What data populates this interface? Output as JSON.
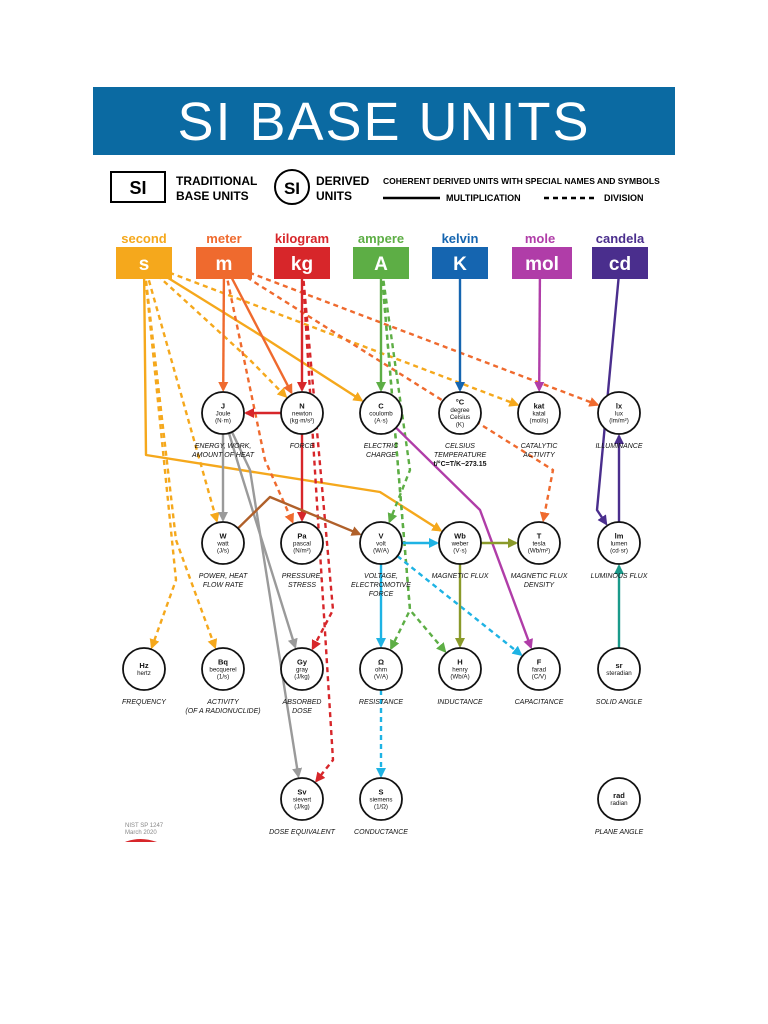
{
  "title": "SI BASE UNITS",
  "legend": {
    "si_box": "SI",
    "traditional_line1": "TRADITIONAL",
    "traditional_line2": "BASE UNITS",
    "si_circle": "SI",
    "derived_line1": "DERIVED",
    "derived_line2": "UNITS",
    "coherent": "COHERENT DERIVED UNITS WITH SPECIAL NAMES AND SYMBOLS",
    "multiplication": "MULTIPLICATION",
    "division": "DIVISION"
  },
  "colors": {
    "second": "#f5a81c",
    "meter": "#ef6a2e",
    "kilogram": "#d7262a",
    "ampere": "#5dae45",
    "kelvin": "#1565b0",
    "mole": "#b03da8",
    "candela": "#4a2e8d",
    "gray": "#9a9a9a",
    "brown": "#b0602a",
    "cyan": "#1eb3e4",
    "olive": "#8a9a2a",
    "teal": "#1a9a8a",
    "banner": "#0b6aa2"
  },
  "base_units": [
    {
      "id": "s",
      "name": "second",
      "symbol": "s"
    },
    {
      "id": "m",
      "name": "meter",
      "symbol": "m"
    },
    {
      "id": "kg",
      "name": "kilogram",
      "symbol": "kg"
    },
    {
      "id": "A",
      "name": "ampere",
      "symbol": "A"
    },
    {
      "id": "K",
      "name": "kelvin",
      "symbol": "K"
    },
    {
      "id": "mol",
      "name": "mole",
      "symbol": "mol"
    },
    {
      "id": "cd",
      "name": "candela",
      "symbol": "cd"
    }
  ],
  "derived_units": [
    {
      "id": "J",
      "symbol": "J",
      "name": "Joule",
      "def": "(N·m)",
      "caption": [
        "ENERGY, WORK,",
        "AMOUNT OF HEAT"
      ]
    },
    {
      "id": "N",
      "symbol": "N",
      "name": "newton",
      "def": "(kg·m/s²)",
      "caption": [
        "FORCE"
      ]
    },
    {
      "id": "C",
      "symbol": "C",
      "name": "coulomb",
      "def": "(A·s)",
      "caption": [
        "ELECTRIC",
        "CHARGE"
      ]
    },
    {
      "id": "degC",
      "symbol": "°C",
      "name": "degree",
      "def": "Celsius",
      "def2": "(K)",
      "caption": [
        "CELSIUS",
        "TEMPERATURE",
        "t/°C=T/K−273.15"
      ]
    },
    {
      "id": "kat",
      "symbol": "kat",
      "name": "katal",
      "def": "(mol/s)",
      "caption": [
        "CATALYTIC",
        "ACTIVITY"
      ]
    },
    {
      "id": "lx",
      "symbol": "lx",
      "name": "lux",
      "def": "(lm/m²)",
      "caption": [
        "ILLUMINANCE"
      ]
    },
    {
      "id": "W",
      "symbol": "W",
      "name": "watt",
      "def": "(J/s)",
      "caption": [
        "POWER, HEAT",
        "FLOW RATE"
      ]
    },
    {
      "id": "Pa",
      "symbol": "Pa",
      "name": "pascal",
      "def": "(N/m²)",
      "caption": [
        "PRESSURE,",
        "STRESS"
      ]
    },
    {
      "id": "V",
      "symbol": "V",
      "name": "volt",
      "def": "(W/A)",
      "caption": [
        "VOLTAGE,",
        "ELECTROMOTIVE",
        "FORCE"
      ]
    },
    {
      "id": "Wb",
      "symbol": "Wb",
      "name": "weber",
      "def": "(V·s)",
      "caption": [
        "MAGNETIC FLUX"
      ]
    },
    {
      "id": "T",
      "symbol": "T",
      "name": "tesla",
      "def": "(Wb/m²)",
      "caption": [
        "MAGNETIC FLUX",
        "DENSITY"
      ]
    },
    {
      "id": "lm",
      "symbol": "lm",
      "name": "lumen",
      "def": "(cd·sr)",
      "caption": [
        "LUMINOUS FLUX"
      ]
    },
    {
      "id": "Hz",
      "symbol": "Hz",
      "name": "hertz",
      "def": "",
      "caption": [
        "FREQUENCY"
      ]
    },
    {
      "id": "Bq",
      "symbol": "Bq",
      "name": "becquerel",
      "def": "(1/s)",
      "caption": [
        "ACTIVITY",
        "(OF A RADIONUCLIDE)"
      ]
    },
    {
      "id": "Gy",
      "symbol": "Gy",
      "name": "gray",
      "def": "(J/kg)",
      "caption": [
        "ABSORBED",
        "DOSE"
      ]
    },
    {
      "id": "ohm",
      "symbol": "Ω",
      "name": "ohm",
      "def": "(V/A)",
      "caption": [
        "RESISTANCE"
      ]
    },
    {
      "id": "H",
      "symbol": "H",
      "name": "henry",
      "def": "(Wb/A)",
      "caption": [
        "INDUCTANCE"
      ]
    },
    {
      "id": "F",
      "symbol": "F",
      "name": "farad",
      "def": "(C/V)",
      "caption": [
        "CAPACITANCE"
      ]
    },
    {
      "id": "sr",
      "symbol": "sr",
      "name": "steradian",
      "def": "",
      "caption": [
        "SOLID ANGLE"
      ]
    },
    {
      "id": "Sv",
      "symbol": "Sv",
      "name": "sievert",
      "def": "(J/kg)",
      "caption": [
        "DOSE EQUIVALENT"
      ]
    },
    {
      "id": "S",
      "symbol": "S",
      "name": "siemens",
      "def": "(1/Ω)",
      "caption": [
        "CONDUCTANCE"
      ]
    },
    {
      "id": "rad",
      "symbol": "rad",
      "name": "radian",
      "def": "",
      "caption": [
        "PLANE ANGLE"
      ]
    }
  ],
  "connections": [
    {
      "from": "s",
      "to": "C",
      "color": "second",
      "style": "solid"
    },
    {
      "from": "s",
      "to": "N",
      "color": "second",
      "style": "dashed"
    },
    {
      "from": "s",
      "to": "kat",
      "color": "second",
      "style": "dashed"
    },
    {
      "from": "s",
      "to": "Wb",
      "color": "second",
      "style": "solid"
    },
    {
      "from": "s",
      "to": "W",
      "color": "second",
      "style": "dashed"
    },
    {
      "from": "s",
      "to": "Hz",
      "color": "second",
      "style": "dashed"
    },
    {
      "from": "s",
      "to": "Bq",
      "color": "second",
      "style": "dashed"
    },
    {
      "from": "m",
      "to": "J",
      "color": "meter",
      "style": "solid"
    },
    {
      "from": "m",
      "to": "N",
      "color": "meter",
      "style": "solid"
    },
    {
      "from": "m",
      "to": "lx",
      "color": "meter",
      "style": "dashed"
    },
    {
      "from": "m",
      "to": "Pa",
      "color": "meter",
      "style": "dashed"
    },
    {
      "from": "m",
      "to": "T",
      "color": "meter",
      "style": "dashed"
    },
    {
      "from": "kg",
      "to": "N",
      "color": "kilogram",
      "style": "solid"
    },
    {
      "from": "kg",
      "to": "Gy",
      "color": "kilogram",
      "style": "dashed"
    },
    {
      "from": "kg",
      "to": "Sv",
      "color": "kilogram",
      "style": "dashed"
    },
    {
      "from": "N",
      "to": "J",
      "color": "kilogram",
      "style": "solid"
    },
    {
      "from": "N",
      "to": "Pa",
      "color": "kilogram",
      "style": "solid"
    },
    {
      "from": "A",
      "to": "C",
      "color": "ampere",
      "style": "solid"
    },
    {
      "from": "A",
      "to": "V",
      "color": "ampere",
      "style": "dashed"
    },
    {
      "from": "A",
      "to": "ohm",
      "color": "ampere",
      "style": "dashed"
    },
    {
      "from": "A",
      "to": "H",
      "color": "ampere",
      "style": "dashed"
    },
    {
      "from": "K",
      "to": "degC",
      "color": "kelvin",
      "style": "solid"
    },
    {
      "from": "mol",
      "to": "kat",
      "color": "mole",
      "style": "solid"
    },
    {
      "from": "C",
      "to": "F",
      "color": "mole",
      "style": "solid"
    },
    {
      "from": "cd",
      "to": "lm",
      "color": "candela",
      "style": "solid"
    },
    {
      "from": "lm",
      "to": "lx",
      "color": "candela",
      "style": "solid"
    },
    {
      "from": "J",
      "to": "W",
      "color": "gray",
      "style": "solid"
    },
    {
      "from": "J",
      "to": "Gy",
      "color": "gray",
      "style": "solid"
    },
    {
      "from": "J",
      "to": "Sv",
      "color": "gray",
      "style": "solid"
    },
    {
      "from": "W",
      "to": "V",
      "color": "brown",
      "style": "solid"
    },
    {
      "from": "V",
      "to": "Wb",
      "color": "cyan",
      "style": "solid"
    },
    {
      "from": "V",
      "to": "ohm",
      "color": "cyan",
      "style": "solid"
    },
    {
      "from": "V",
      "to": "F",
      "color": "cyan",
      "style": "dashed"
    },
    {
      "from": "ohm",
      "to": "S",
      "color": "cyan",
      "style": "dashed"
    },
    {
      "from": "Wb",
      "to": "T",
      "color": "olive",
      "style": "solid"
    },
    {
      "from": "Wb",
      "to": "H",
      "color": "olive",
      "style": "solid"
    },
    {
      "from": "sr",
      "to": "lm",
      "color": "teal",
      "style": "solid"
    }
  ],
  "footer": {
    "line1": "NIST SP 1247",
    "line2": "March 2020"
  }
}
